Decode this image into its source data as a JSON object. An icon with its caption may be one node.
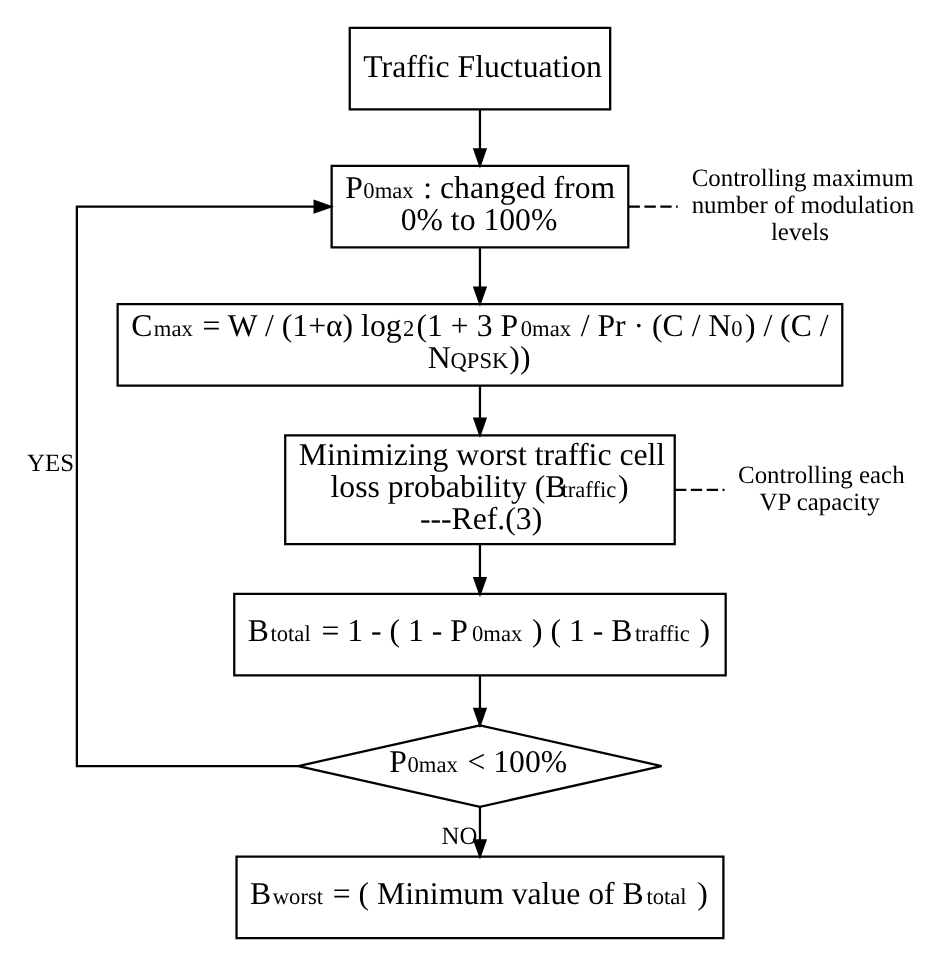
{
  "diagram": {
    "nodes": [
      {
        "text": [
          "Traffic Fluctuation"
        ]
      },
      {
        "text": [
          "P$_{0max}$ : changed from 0% to 100%"
        ]
      },
      {
        "text": [
          "Controlling maximum number of modulation levels"
        ]
      },
      {
        "text": [
          "C$_{max}$ = W / (1+α) log$_{2}$(1 + 3 P$_{0max}$ / Pr · (C / N$_{0}$) / (C / N$_{QPSK}$))"
        ]
      },
      {
        "text": [
          "Minimizing worst traffic cell loss probability (B$_{traffic}$) ---Ref.(3)"
        ]
      },
      {
        "text": [
          "Controlling each VP capacity"
        ]
      },
      {
        "text": [
          "B$_{total}$ = 1 - ( 1 - P$_{0max}$ ) ( 1 - B$_{traffic}$ )"
        ]
      },
      {
        "text": [
          "P$_{0max}$ < 100%"
        ]
      },
      {
        "text": [
          "B$_{worst}$ = ( Minimum value of B$_{total}$ )"
        ]
      }
    ],
    "edges": [
      {
        "from": 0,
        "to": 1,
        "arrow": "to"
      },
      {
        "from": 1,
        "to": 3,
        "arrow": "to"
      },
      {
        "from": 1,
        "to": 2,
        "arrow": "none",
        "style": "dashed"
      },
      {
        "from": 3,
        "to": 4,
        "arrow": "to"
      },
      {
        "from": 4,
        "to": 5,
        "arrow": "none",
        "style": "dashed"
      },
      {
        "from": 4,
        "to": 6,
        "arrow": "to"
      },
      {
        "from": 6,
        "to": 7,
        "arrow": "to"
      },
      {
        "from": 7,
        "to": 1,
        "arrow": "to",
        "label": "YES"
      },
      {
        "from": 7,
        "to": 8,
        "arrow": "to",
        "label": "NO"
      }
    ]
  }
}
